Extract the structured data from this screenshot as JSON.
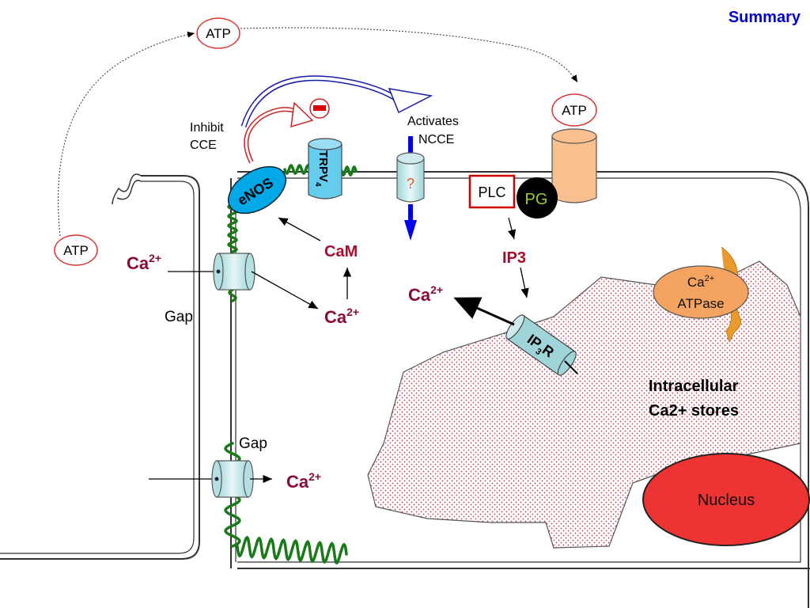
{
  "title": "Summary",
  "atp_label": "ATP",
  "inhibit_cce": [
    "Inhibit",
    "CCE"
  ],
  "activates_ncce": [
    "Activates",
    "NCCE"
  ],
  "minus_sign": "−",
  "question_mark": "?",
  "enos": "eNOS",
  "trpv4": {
    "main": "TRPV",
    "sub": "4"
  },
  "plc": "PLC",
  "pg": "PG",
  "cam": "CaM",
  "ca": {
    "base": "Ca",
    "sup": "2+"
  },
  "ip3": "IP3",
  "ip3r": {
    "main1": "IP",
    "sub": "3",
    "main2": "R"
  },
  "gap": "Gap",
  "atpase": {
    "line1_base": "Ca",
    "line1_sup": "2+",
    "line2": "ATPase"
  },
  "stores": [
    "Intracellular",
    "Ca2+ stores"
  ],
  "nucleus": "Nucleus",
  "colors": {
    "title": "#0000cc",
    "ca_label": "#8b0a3a",
    "cam": "#a50f2d",
    "ip3": "#a50f2d",
    "enos_fill": "#00a8e8",
    "trpv4_fill": "#66ccee",
    "atp_channel": "#f9bf8f",
    "plc_border": "#cc0000",
    "pg_fill": "#000000",
    "pg_text": "#9acd32",
    "atpase_fill": "#f4a460",
    "nucleus_fill": "#ee3333",
    "helix": "#1a7a1a",
    "blue_arrow": "#0000ff"
  }
}
